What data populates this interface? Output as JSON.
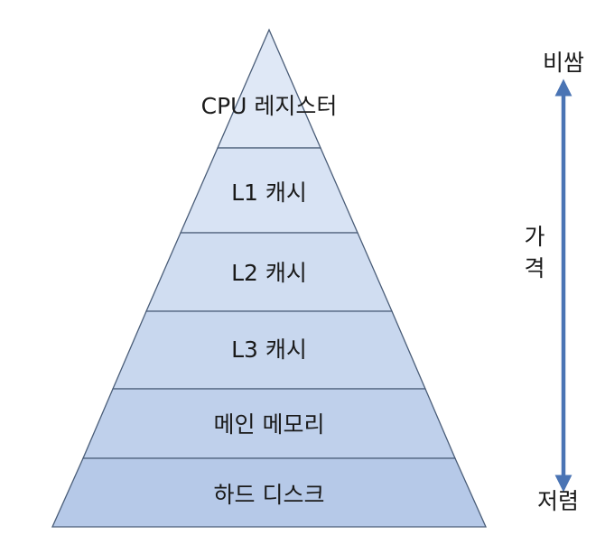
{
  "pyramid": {
    "layers": [
      {
        "label": "CPU 레지스터"
      },
      {
        "label": "L1 캐시"
      },
      {
        "label": "L2 캐시"
      },
      {
        "label": "L3 캐시"
      },
      {
        "label": "메인 메모리"
      },
      {
        "label": "하드 디스크"
      }
    ],
    "fill_colors": [
      "#dfe8f6",
      "#d8e3f4",
      "#d0ddf1",
      "#c8d7ee",
      "#bfd0eb",
      "#b6c9e8"
    ],
    "stroke_color": "#4a5d78"
  },
  "price_axis": {
    "top_label": "비쌈",
    "bottom_label": "저렴",
    "axis_label_chars": [
      "가",
      "격"
    ],
    "arrow_color": "#4a74b4"
  }
}
